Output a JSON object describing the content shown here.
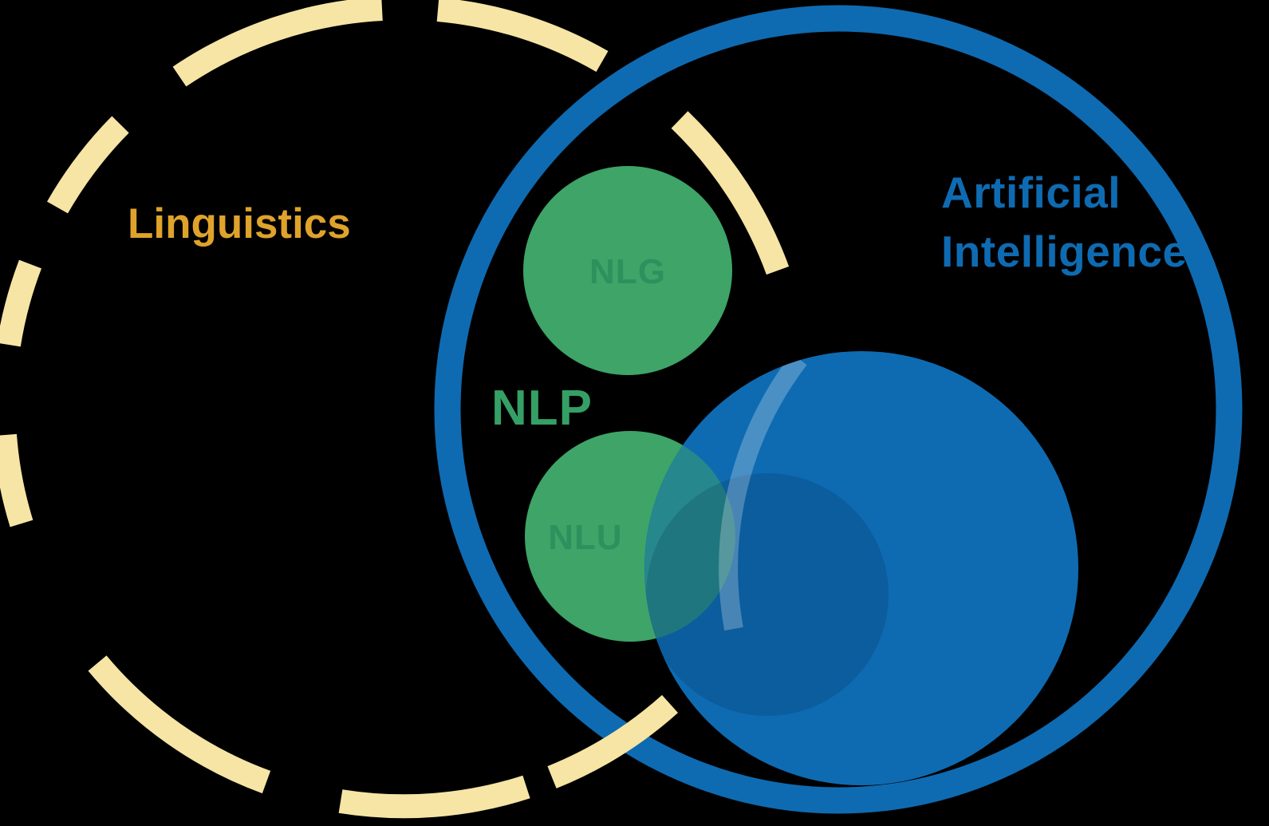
{
  "diagram": {
    "type": "venn-diagram",
    "labels": {
      "linguistics": "Linguistics",
      "ai_line1": "Artificial",
      "ai_line2": "Intelligence",
      "nlp": "NLP",
      "nlg": "NLG",
      "nlu": "NLU"
    },
    "colors": {
      "background": "#000000",
      "linguistics_ring": "#F6E5A4",
      "linguistics_text": "#DFA32B",
      "ai_blue": "#0E6BB2",
      "green": "#3EA468",
      "nlp_text": "#35A065",
      "inner_label_green": "#1E7E54",
      "overlap_teal": "#26888D"
    }
  }
}
